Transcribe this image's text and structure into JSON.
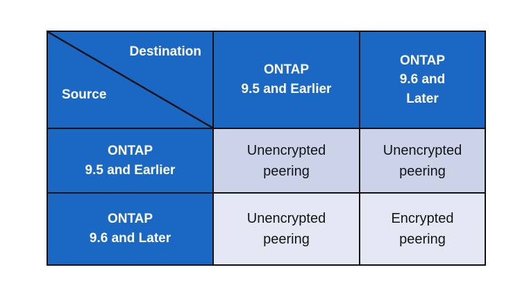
{
  "colors": {
    "header_blue": "#1b68c4",
    "row1_cell_bg": "#ccd3e8",
    "row2_cell_bg": "#e4e8f4",
    "border": "#111111",
    "header_text": "#ffffff",
    "data_text": "#141414"
  },
  "matrix": {
    "corner": {
      "destination": "Destination",
      "source": "Source"
    },
    "columns": [
      {
        "label": "ONTAP\n9.5 and Earlier"
      },
      {
        "label": "ONTAP\n9.6 and\nLater"
      }
    ],
    "rows": [
      {
        "label": "ONTAP\n9.5 and Earlier",
        "cells": [
          "Unencrypted\npeering",
          "Unencrypted\npeering"
        ]
      },
      {
        "label": "ONTAP\n9.6 and Later",
        "cells": [
          "Unencrypted\npeering",
          "Encrypted\npeering"
        ]
      }
    ]
  }
}
